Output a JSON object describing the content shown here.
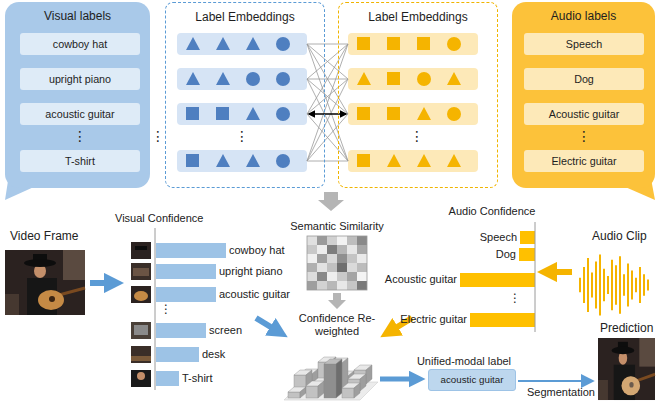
{
  "diagram": {
    "nodes": [
      {
        "text": [
          "Visual labels"
        ]
      },
      {
        "text": [
          "cowboy hat"
        ],
        "in": 0
      },
      {
        "text": [
          "upright piano"
        ],
        "in": 0
      },
      {
        "text": [
          "acoustic guitar"
        ],
        "in": 0
      },
      {
        "text": [
          "T-shirt"
        ],
        "in": 0
      },
      {
        "text": [
          "Label Embeddings"
        ]
      },
      {
        "text": [
          "Label Embeddings"
        ]
      },
      {
        "text": [
          "Audio labels"
        ]
      },
      {
        "text": [
          "Speech"
        ],
        "in": 7
      },
      {
        "text": [
          "Dog"
        ],
        "in": 7
      },
      {
        "text": [
          "Acoustic guitar"
        ],
        "in": 7
      },
      {
        "text": [
          "Electric guitar"
        ],
        "in": 7
      },
      {
        "text": [
          "Unified-modal label",
          "acoustic guitar"
        ]
      }
    ],
    "labels": [
      "⋮",
      "⋮",
      "⋮",
      "⋮",
      "⋮",
      "Video Frame",
      "Visual Confidence",
      "cowboy hat",
      "upright piano",
      "acoustic guitar",
      "⋮",
      "screen",
      "desk",
      "T-shirt",
      "Semantic Similarity",
      "Audio Confidence",
      "Speech",
      "Dog",
      "Acoustic guitar",
      "⋮",
      "Electric guitar",
      "Audio Clip",
      "Confidence Re-weighted",
      "Segmentation",
      "Prediction"
    ]
  }
}
